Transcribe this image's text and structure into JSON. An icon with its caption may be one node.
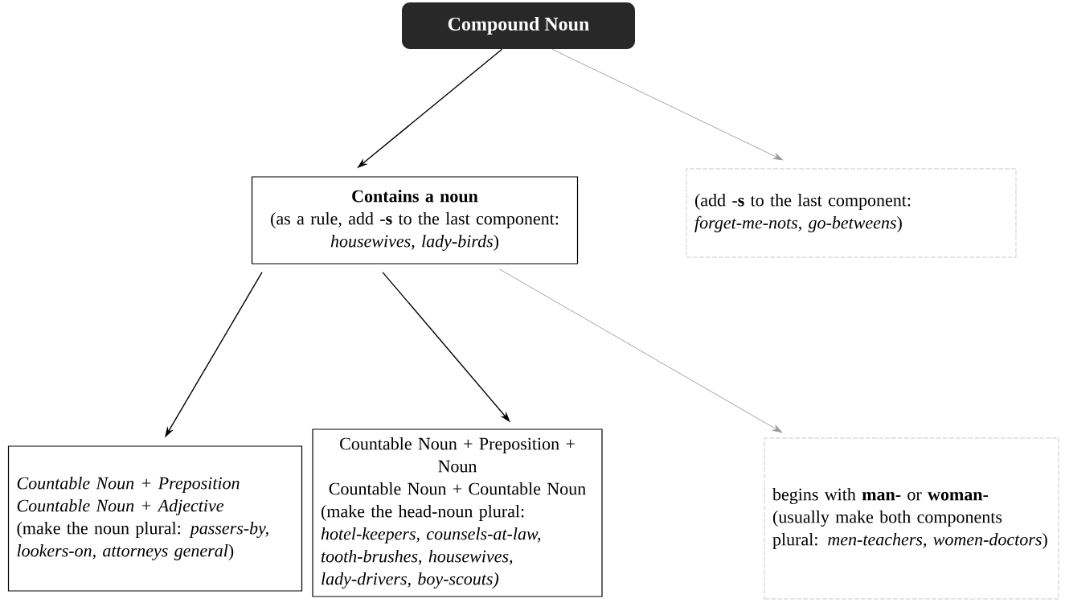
{
  "diagram": {
    "nodes": [
      {
        "text": [
          "Compound Noun"
        ]
      },
      {
        "text": [
          "Contains a noun",
          "(as a rule, add -**s** to the last component: *housewives, lady-birds*)"
        ]
      },
      {
        "text": [
          "(add -**s** to the last component: *forget-me-nots, go-betweens*)"
        ]
      },
      {
        "text": [
          "Countable Noun + Preposition",
          "Countable Noun + Adjective",
          "(make the noun plural: *passers-by, lookers-on, attorneys general*)"
        ]
      },
      {
        "text": [
          "Countable Noun + Preposition + Noun",
          "Countable Noun + Countable Noun",
          "(make the head-noun plural: *hotel-keepers, counsels-at-law, tooth-brushes, housewives, lady-drivers, boy-scouts)*"
        ]
      },
      {
        "text": [
          "begins with **man-** or **woman-**",
          "(usually make both components plural: *men-teachers, women-doctors*)"
        ]
      }
    ],
    "edges": [
      {
        "from": 0,
        "to": 1,
        "arrow": "to"
      },
      {
        "from": 0,
        "to": 2,
        "arrow": "to",
        "color": "#9a9a9a"
      },
      {
        "from": 1,
        "to": 3,
        "arrow": "to"
      },
      {
        "from": 1,
        "to": 4,
        "arrow": "to"
      },
      {
        "from": 1,
        "to": 5,
        "arrow": "to",
        "color": "#9a9a9a"
      }
    ]
  }
}
